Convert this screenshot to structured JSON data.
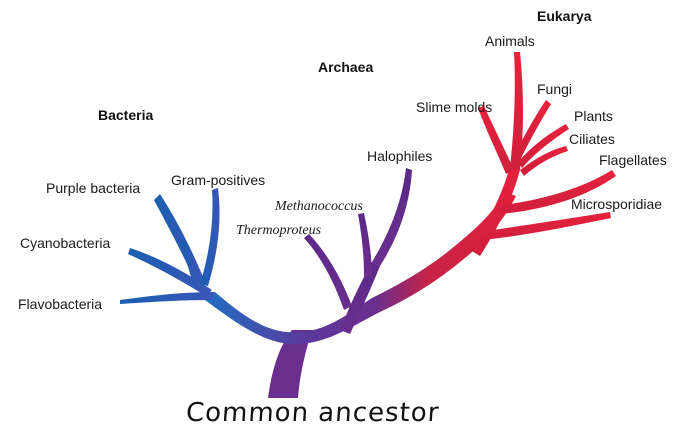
{
  "diagram": {
    "domains": {
      "bacteria": "Bacteria",
      "archaea": "Archaea",
      "eukarya": "Eukarya"
    },
    "bacteria_labels": [
      "Purple bacteria",
      "Gram-positives",
      "Cyanobacteria",
      "Flavobacteria"
    ],
    "archaea_labels": [
      "Halophiles",
      "Methanococcus",
      "Thermoproteus"
    ],
    "eukarya_labels": [
      "Animals",
      "Fungi",
      "Slime molds",
      "Plants",
      "Ciliates",
      "Flagellates",
      "Microsporidiae"
    ],
    "colors": {
      "bacteria": "#1f6fc4",
      "archaea": "#6a2e8f",
      "eukarya": "#e0203a",
      "root": "#6a2e8f"
    }
  },
  "caption": "Common ancestor"
}
